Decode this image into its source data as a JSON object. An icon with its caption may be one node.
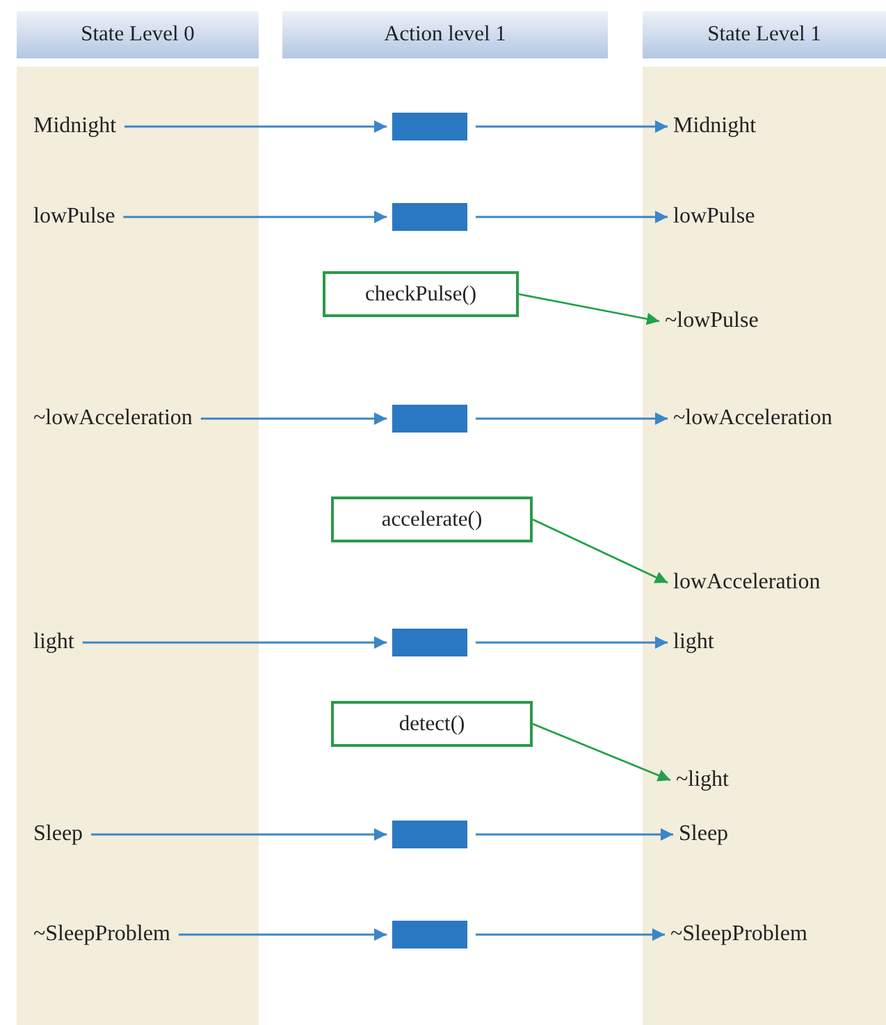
{
  "diagram": {
    "nodes": [
      {
        "text": [
          "State Level 0"
        ]
      },
      {
        "text": [
          "Action level 1"
        ]
      },
      {
        "text": [
          "State Level 1"
        ]
      },
      {
        "text": [
          "Midnight"
        ]
      },
      {
        "text": [],
        "shape": "box"
      },
      {
        "text": [
          "Midnight"
        ]
      },
      {
        "text": [
          "lowPulse"
        ]
      },
      {
        "text": [],
        "shape": "box"
      },
      {
        "text": [
          "lowPulse"
        ]
      },
      {
        "text": [
          "checkPulse()"
        ]
      },
      {
        "text": [
          "~lowPulse"
        ]
      },
      {
        "text": [
          "~lowAcceleration"
        ]
      },
      {
        "text": [],
        "shape": "box"
      },
      {
        "text": [
          "~lowAcceleration"
        ]
      },
      {
        "text": [
          "accelerate()"
        ]
      },
      {
        "text": [
          "lowAcceleration"
        ]
      },
      {
        "text": [
          "light"
        ]
      },
      {
        "text": [],
        "shape": "box"
      },
      {
        "text": [
          "light"
        ]
      },
      {
        "text": [
          "detect()"
        ]
      },
      {
        "text": [
          "~light"
        ]
      },
      {
        "text": [
          "Sleep"
        ]
      },
      {
        "text": [],
        "shape": "box"
      },
      {
        "text": [
          "Sleep"
        ]
      },
      {
        "text": [
          "~SleepProblem"
        ]
      },
      {
        "text": [],
        "shape": "box"
      },
      {
        "text": [
          "~SleepProblem"
        ]
      }
    ],
    "edges": [
      {
        "from": 3,
        "to": 4,
        "arrow": "to"
      },
      {
        "from": 4,
        "to": 5,
        "arrow": "to"
      },
      {
        "from": 6,
        "to": 7,
        "arrow": "to"
      },
      {
        "from": 7,
        "to": 8,
        "arrow": "to"
      },
      {
        "from": 9,
        "to": 10,
        "arrow": "to",
        "color": "#22a04b"
      },
      {
        "from": 11,
        "to": 12,
        "arrow": "to"
      },
      {
        "from": 12,
        "to": 13,
        "arrow": "to"
      },
      {
        "from": 14,
        "to": 15,
        "arrow": "to",
        "color": "#22a04b"
      },
      {
        "from": 16,
        "to": 17,
        "arrow": "to"
      },
      {
        "from": 17,
        "to": 18,
        "arrow": "to"
      },
      {
        "from": 19,
        "to": 20,
        "arrow": "to",
        "color": "#22a04b"
      },
      {
        "from": 21,
        "to": 22,
        "arrow": "to"
      },
      {
        "from": 22,
        "to": 23,
        "arrow": "to"
      },
      {
        "from": 24,
        "to": 25,
        "arrow": "to"
      },
      {
        "from": 25,
        "to": 26,
        "arrow": "to"
      }
    ]
  }
}
